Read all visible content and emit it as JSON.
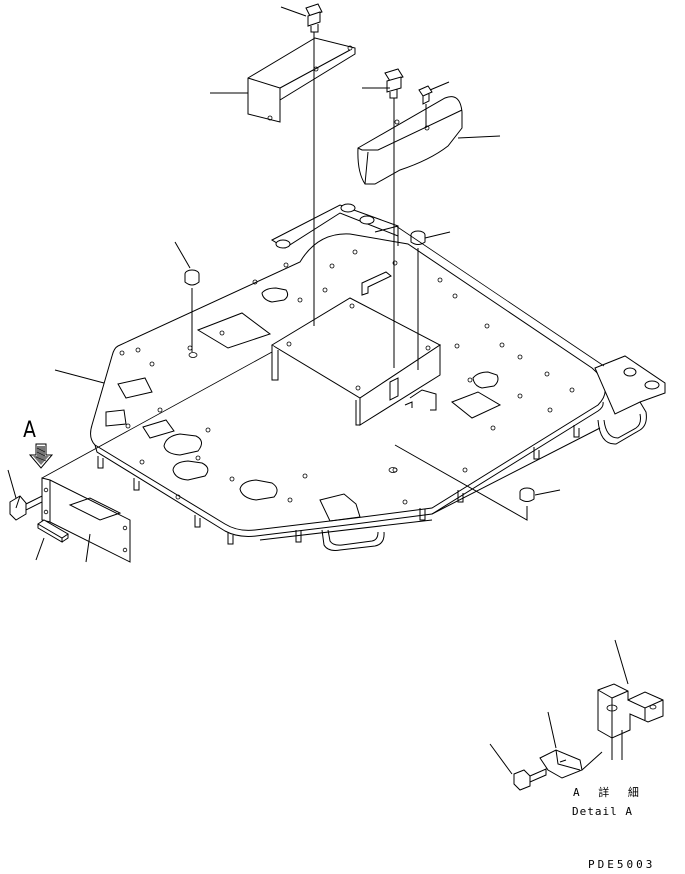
{
  "view_marker": "A",
  "detail_label_jp": "A 詳 細",
  "detail_label_en": "Detail A",
  "figure_code": "PDE5003"
}
